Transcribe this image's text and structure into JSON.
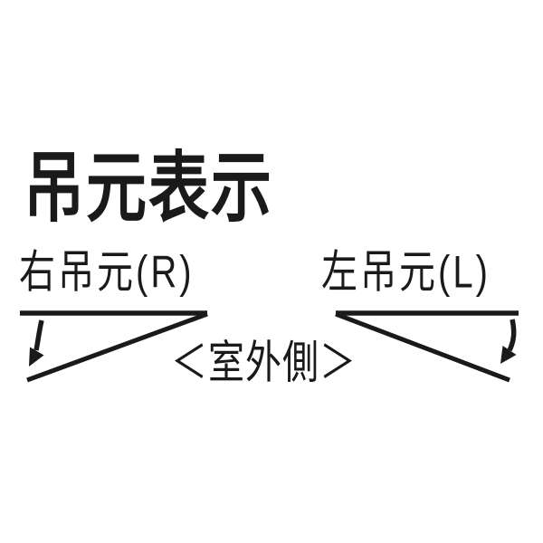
{
  "title": {
    "text": "吊元表示"
  },
  "diagram": {
    "right_hinge": {
      "label": "右吊元(R)"
    },
    "left_hinge": {
      "label": "左吊元(L)"
    },
    "center_label": "＜室外側＞"
  },
  "colors": {
    "ink": "#1a1a1a",
    "background": "#ffffff"
  }
}
